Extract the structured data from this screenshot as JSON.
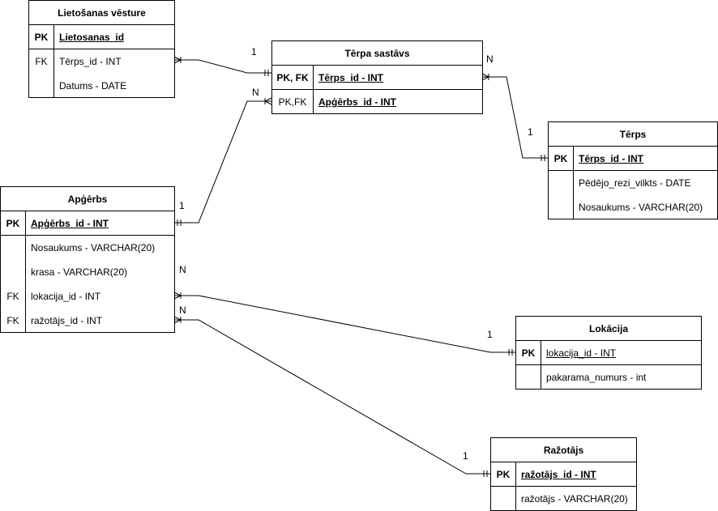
{
  "entities": {
    "lietosanas_vesture": {
      "title": "Lietošanas vēsture",
      "pk": {
        "key": "PK",
        "attr": "Lietosanas_id"
      },
      "rows": [
        {
          "key": "FK",
          "attr": "Tērps_id - INT"
        },
        {
          "key": "",
          "attr": "Datums - DATE"
        }
      ]
    },
    "terpa_sastavs": {
      "title": "Tērpa sastāvs",
      "rows": [
        {
          "key": "PK, FK",
          "attr": "Tērps_id - INT"
        },
        {
          "key": "PK,FK",
          "attr": "Apģērbs_id - INT"
        }
      ]
    },
    "terps": {
      "title": "Tērps",
      "pk": {
        "key": "PK",
        "attr": "Tērps_id - INT"
      },
      "rows": [
        {
          "key": "",
          "attr": "Pēdējo_rezi_vilkts - DATE"
        },
        {
          "key": "",
          "attr": "Nosaukums - VARCHAR(20)"
        }
      ]
    },
    "apgerbs": {
      "title": "Apģērbs",
      "pk": {
        "key": "PK",
        "attr": "Apģērbs_id - INT"
      },
      "rows": [
        {
          "key": "",
          "attr": "Nosaukums - VARCHAR(20)"
        },
        {
          "key": "",
          "attr": "krasa -  VARCHAR(20)"
        },
        {
          "key": "FK",
          "attr": "lokacija_id - INT"
        },
        {
          "key": "FK",
          "attr": "ražotājs_id - INT"
        }
      ]
    },
    "lokacija": {
      "title": "Lokācija",
      "pk": {
        "key": "PK",
        "attr": "lokacija_id - INT"
      },
      "rows": [
        {
          "key": "",
          "attr": "pakarama_numurs - int"
        }
      ]
    },
    "razotajs": {
      "title": "Ražotājs",
      "pk": {
        "key": "PK",
        "attr": "ražotājs_id - INT"
      },
      "rows": [
        {
          "key": "",
          "attr": "ražotājs - VARCHAR(20)"
        }
      ]
    }
  },
  "cardinalities": {
    "rel1_one": "1",
    "rel2_many": "N",
    "rel2_one": "1",
    "rel3_many": "N",
    "rel3_one": "1",
    "rel4_many": "N",
    "rel4_one": "1",
    "rel5_many": "N",
    "rel5_one": "1"
  }
}
